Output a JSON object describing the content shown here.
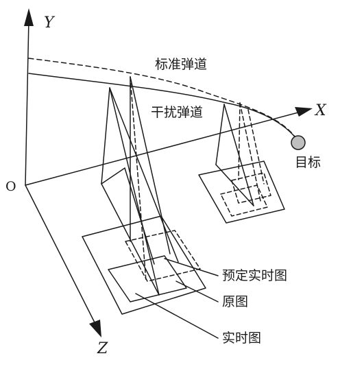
{
  "axes": {
    "y_label": "Y",
    "x_label": "X",
    "z_label": "Z",
    "origin_label": "O"
  },
  "labels": {
    "standard_trajectory": "标准弹道",
    "disturbed_trajectory": "干扰弹道",
    "target": "目标",
    "planned_realtime_image": "预定实时图",
    "reference_image": "原图",
    "realtime_image": "实时图"
  },
  "colors": {
    "line": "#1a1a1a",
    "target_fill": "#bfbfbf",
    "background": "#ffffff"
  }
}
